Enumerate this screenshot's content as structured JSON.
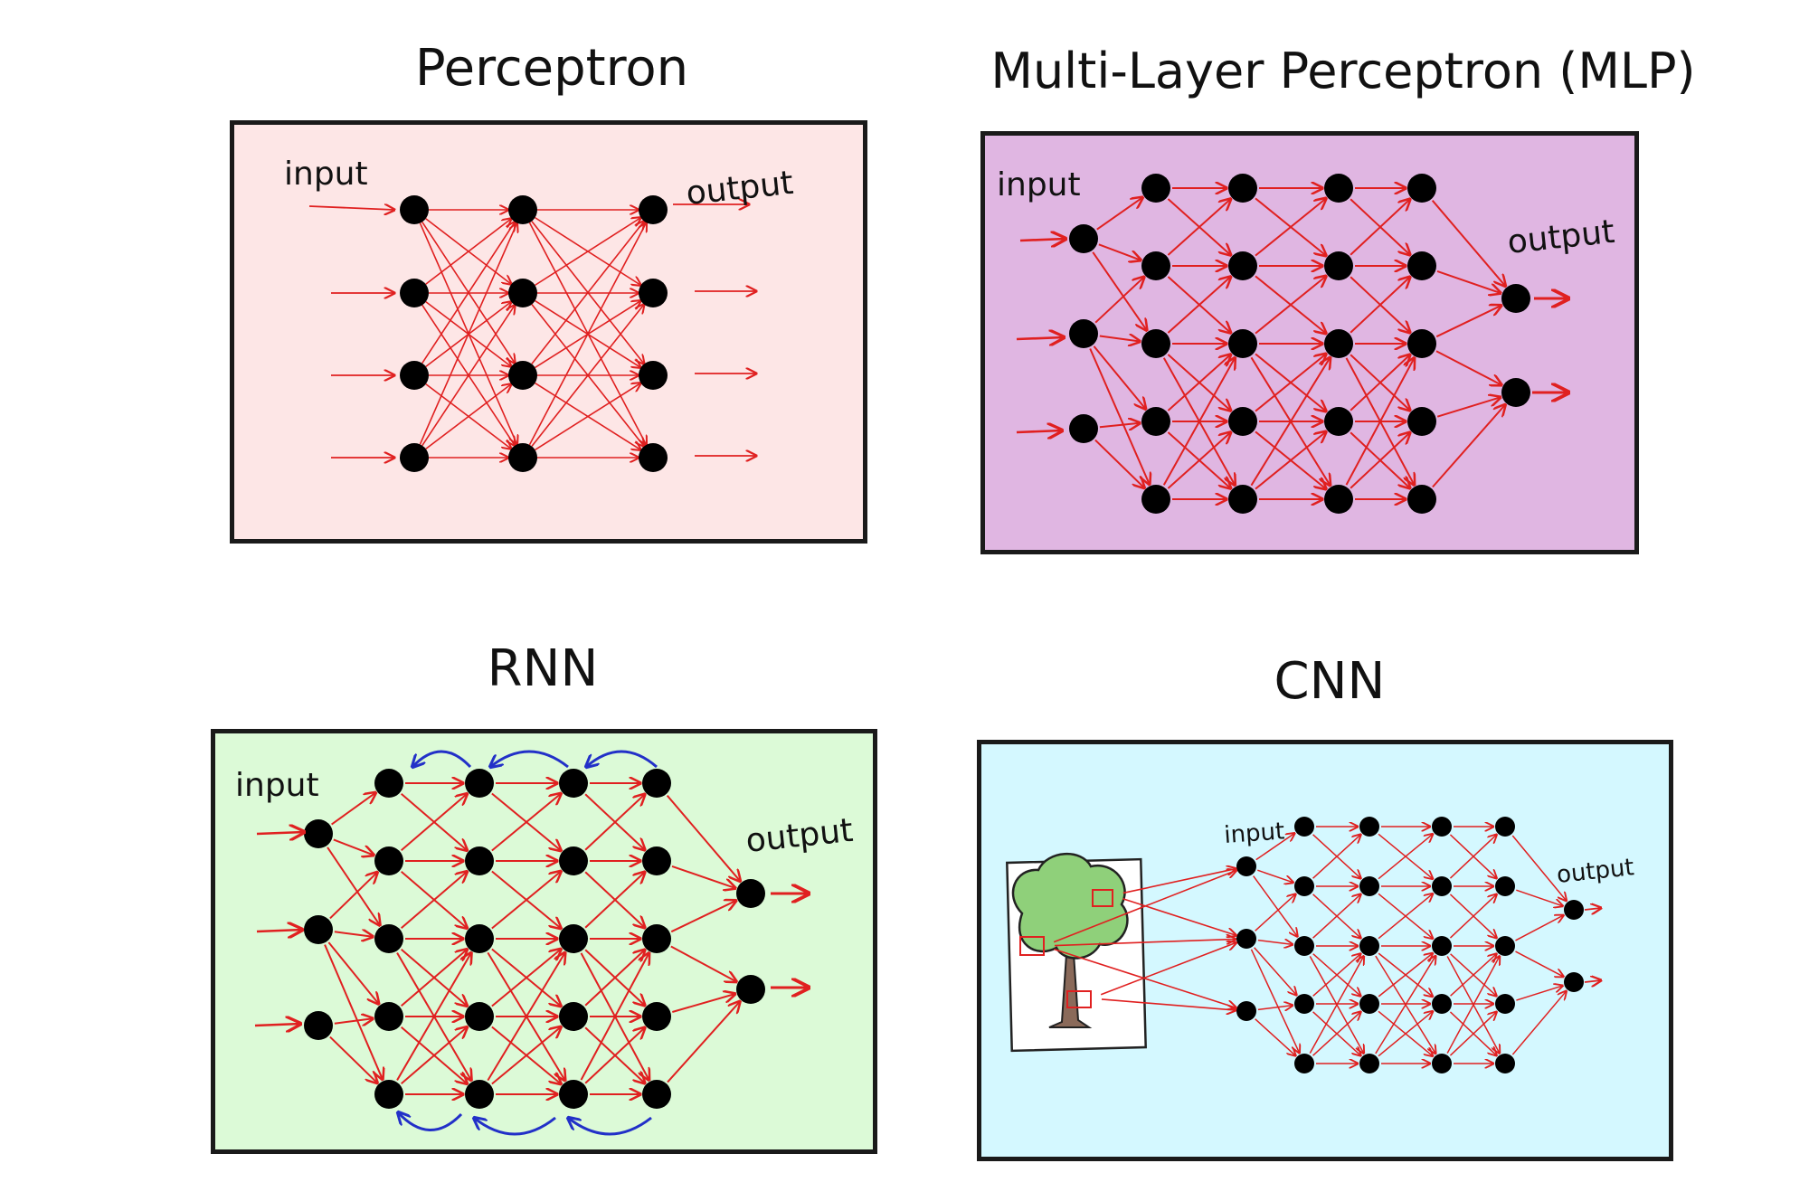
{
  "titles": {
    "perceptron": "Perceptron",
    "mlp": "Multi-Layer Perceptron (MLP)",
    "rnn": "RNN",
    "cnn": "CNN"
  },
  "labels": {
    "input": "input",
    "output": "output"
  },
  "colors": {
    "perceptron_bg": "#fde6e6",
    "mlp_bg": "#e0b6e2",
    "rnn_bg": "#dcfad7",
    "cnn_bg": "#d4f8ff",
    "arrow": "#e02020",
    "recurrent_arrow": "#2230c8",
    "node": "#000000",
    "tree_canopy": "#8fd07a",
    "tree_trunk": "#8a6a5a"
  },
  "panels": {
    "perceptron": {
      "layers": [
        4,
        4,
        4
      ]
    },
    "mlp": {
      "layers": [
        3,
        5,
        5,
        5,
        5,
        2
      ]
    },
    "rnn": {
      "layers": [
        3,
        5,
        5,
        5,
        5,
        2
      ],
      "recurrent_loops": 6
    },
    "cnn": {
      "layers": [
        3,
        5,
        5,
        5,
        5,
        2
      ],
      "image_patches": 3
    }
  }
}
